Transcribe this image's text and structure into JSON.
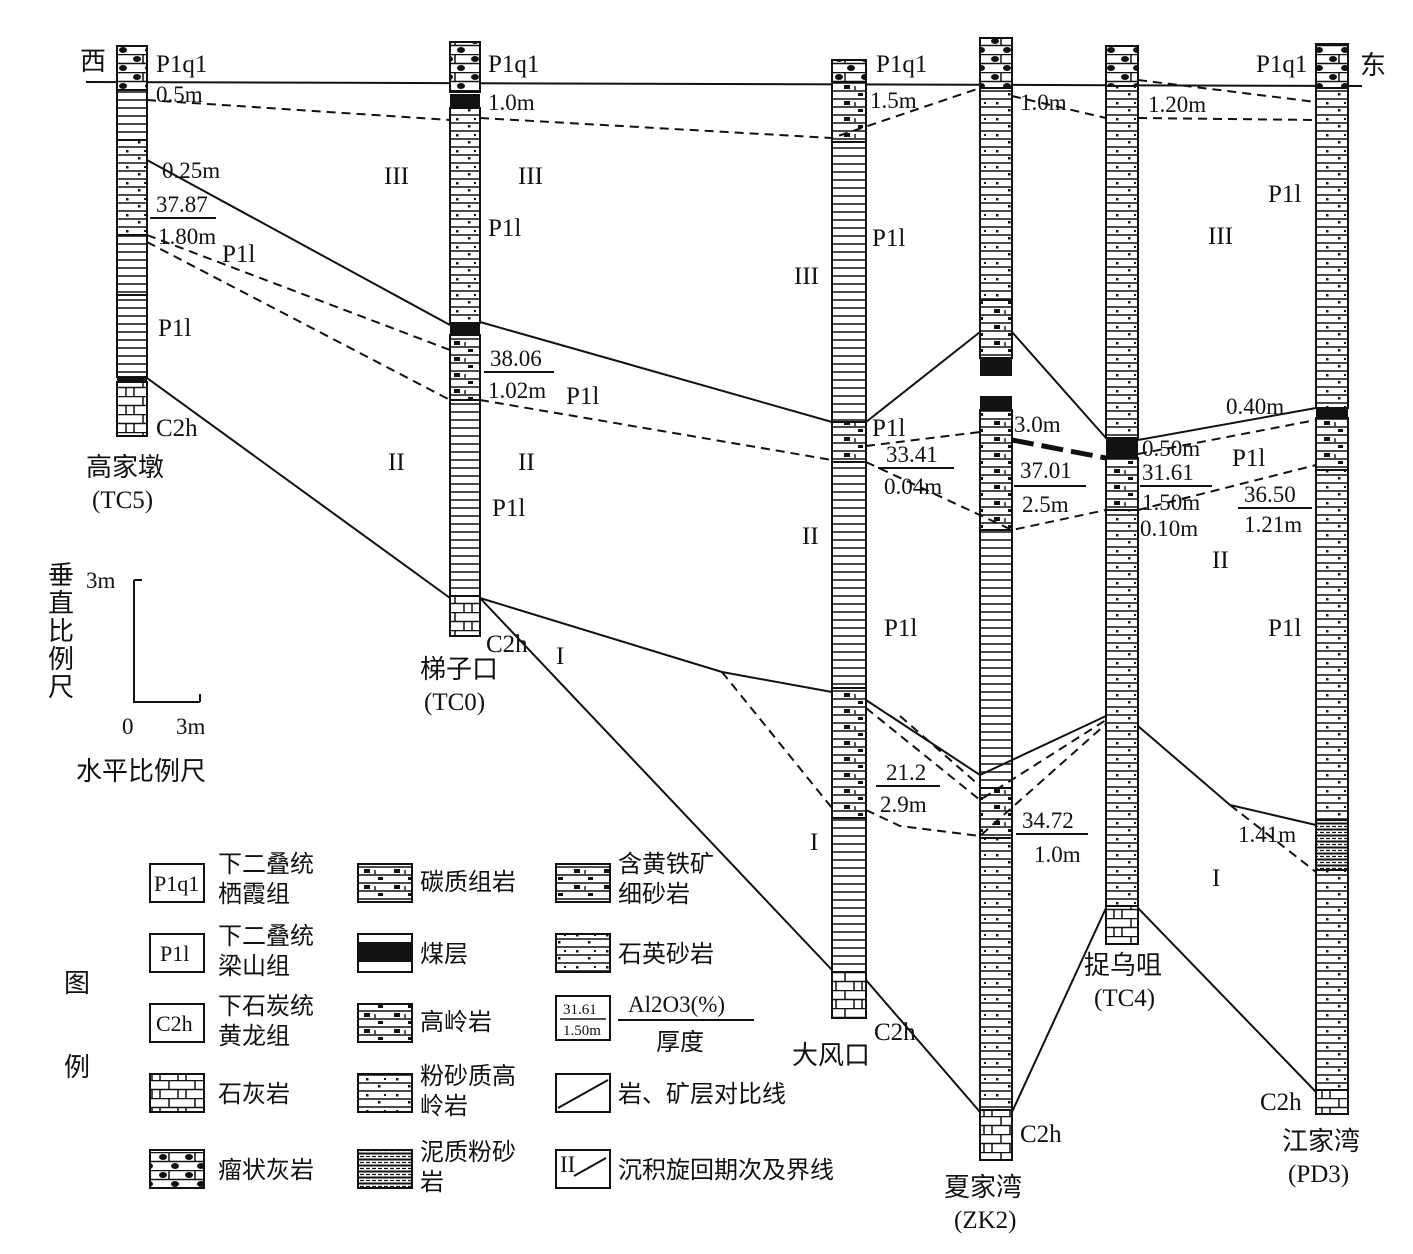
{
  "directions": {
    "west": "西",
    "east": "东"
  },
  "columns": [
    {
      "name": "高家墩",
      "code": "(TC5)"
    },
    {
      "name": "梯子口",
      "code": "(TC0)"
    },
    {
      "name": "大风口",
      "code": ""
    },
    {
      "name": "夏家湾",
      "code": "(ZK2)"
    },
    {
      "name": "捉乌咀",
      "code": "(TC4)"
    },
    {
      "name": "江家湾",
      "code": "(PD3)"
    }
  ],
  "formations": {
    "p1q1": "P1q1",
    "p1l": "P1l",
    "c2h": "C2h"
  },
  "cycles": {
    "one": "I",
    "two": "II",
    "three": "III"
  },
  "thickness_labels": {
    "tc5_top": "0.5m",
    "tc0_top": "1.0m",
    "dfk_top": "1.5m",
    "zk2_top": "1.0m",
    "tc4_top": "1.20m",
    "tc5_coal": "0.25m",
    "zk2_coal": "3.0m",
    "tc4_coal": "0.50m",
    "pd3_coal": "0.40m",
    "tc4_extra": "0.10m",
    "pd3_lower": "1.41m"
  },
  "bauxite_values": [
    {
      "al2o3": "37.87",
      "thickness": "1.80m"
    },
    {
      "al2o3": "38.06",
      "thickness": "1.02m"
    },
    {
      "al2o3": "33.41",
      "thickness": "0.04m"
    },
    {
      "al2o3": "37.01",
      "thickness": "2.5m"
    },
    {
      "al2o3": "31.61",
      "thickness": "1.50m"
    },
    {
      "al2o3": "36.50",
      "thickness": "1.21m"
    },
    {
      "al2o3": "21.2",
      "thickness": "2.9m"
    },
    {
      "al2o3": "34.72",
      "thickness": "1.0m"
    }
  ],
  "scale": {
    "vertical_label": "垂直比例尺",
    "vertical_value": "3m",
    "horizontal_zero": "0",
    "horizontal_value": "3m",
    "horizontal_label": "水平比例尺"
  },
  "legend": {
    "title_1": "图",
    "title_2": "例",
    "items": [
      {
        "code": "P1q1",
        "line1": "下二叠统",
        "line2": "栖霞组"
      },
      {
        "code": "P1l",
        "line1": "下二叠统",
        "line2": "梁山组"
      },
      {
        "code": "C2h",
        "line1": "下石炭统",
        "line2": "黄龙组"
      },
      {
        "line1": "石灰岩"
      },
      {
        "line1": "瘤状灰岩"
      },
      {
        "line1": "碳质组岩"
      },
      {
        "line1": "煤层"
      },
      {
        "line1": "高岭岩"
      },
      {
        "line1": "粉砂质高",
        "line2": "岭岩"
      },
      {
        "line1": "泥质粉砂",
        "line2": "岩"
      },
      {
        "line1": "含黄铁矿",
        "line2": "细砂岩"
      },
      {
        "line1": "石英砂岩"
      },
      {
        "line1": "Al2O3(%)",
        "line2": "厚度",
        "box_top": "31.61",
        "box_bottom": "1.50m"
      },
      {
        "line1": "岩、矿层对比线"
      },
      {
        "line1": "沉积旋回期次及界线",
        "box": "II"
      }
    ]
  }
}
